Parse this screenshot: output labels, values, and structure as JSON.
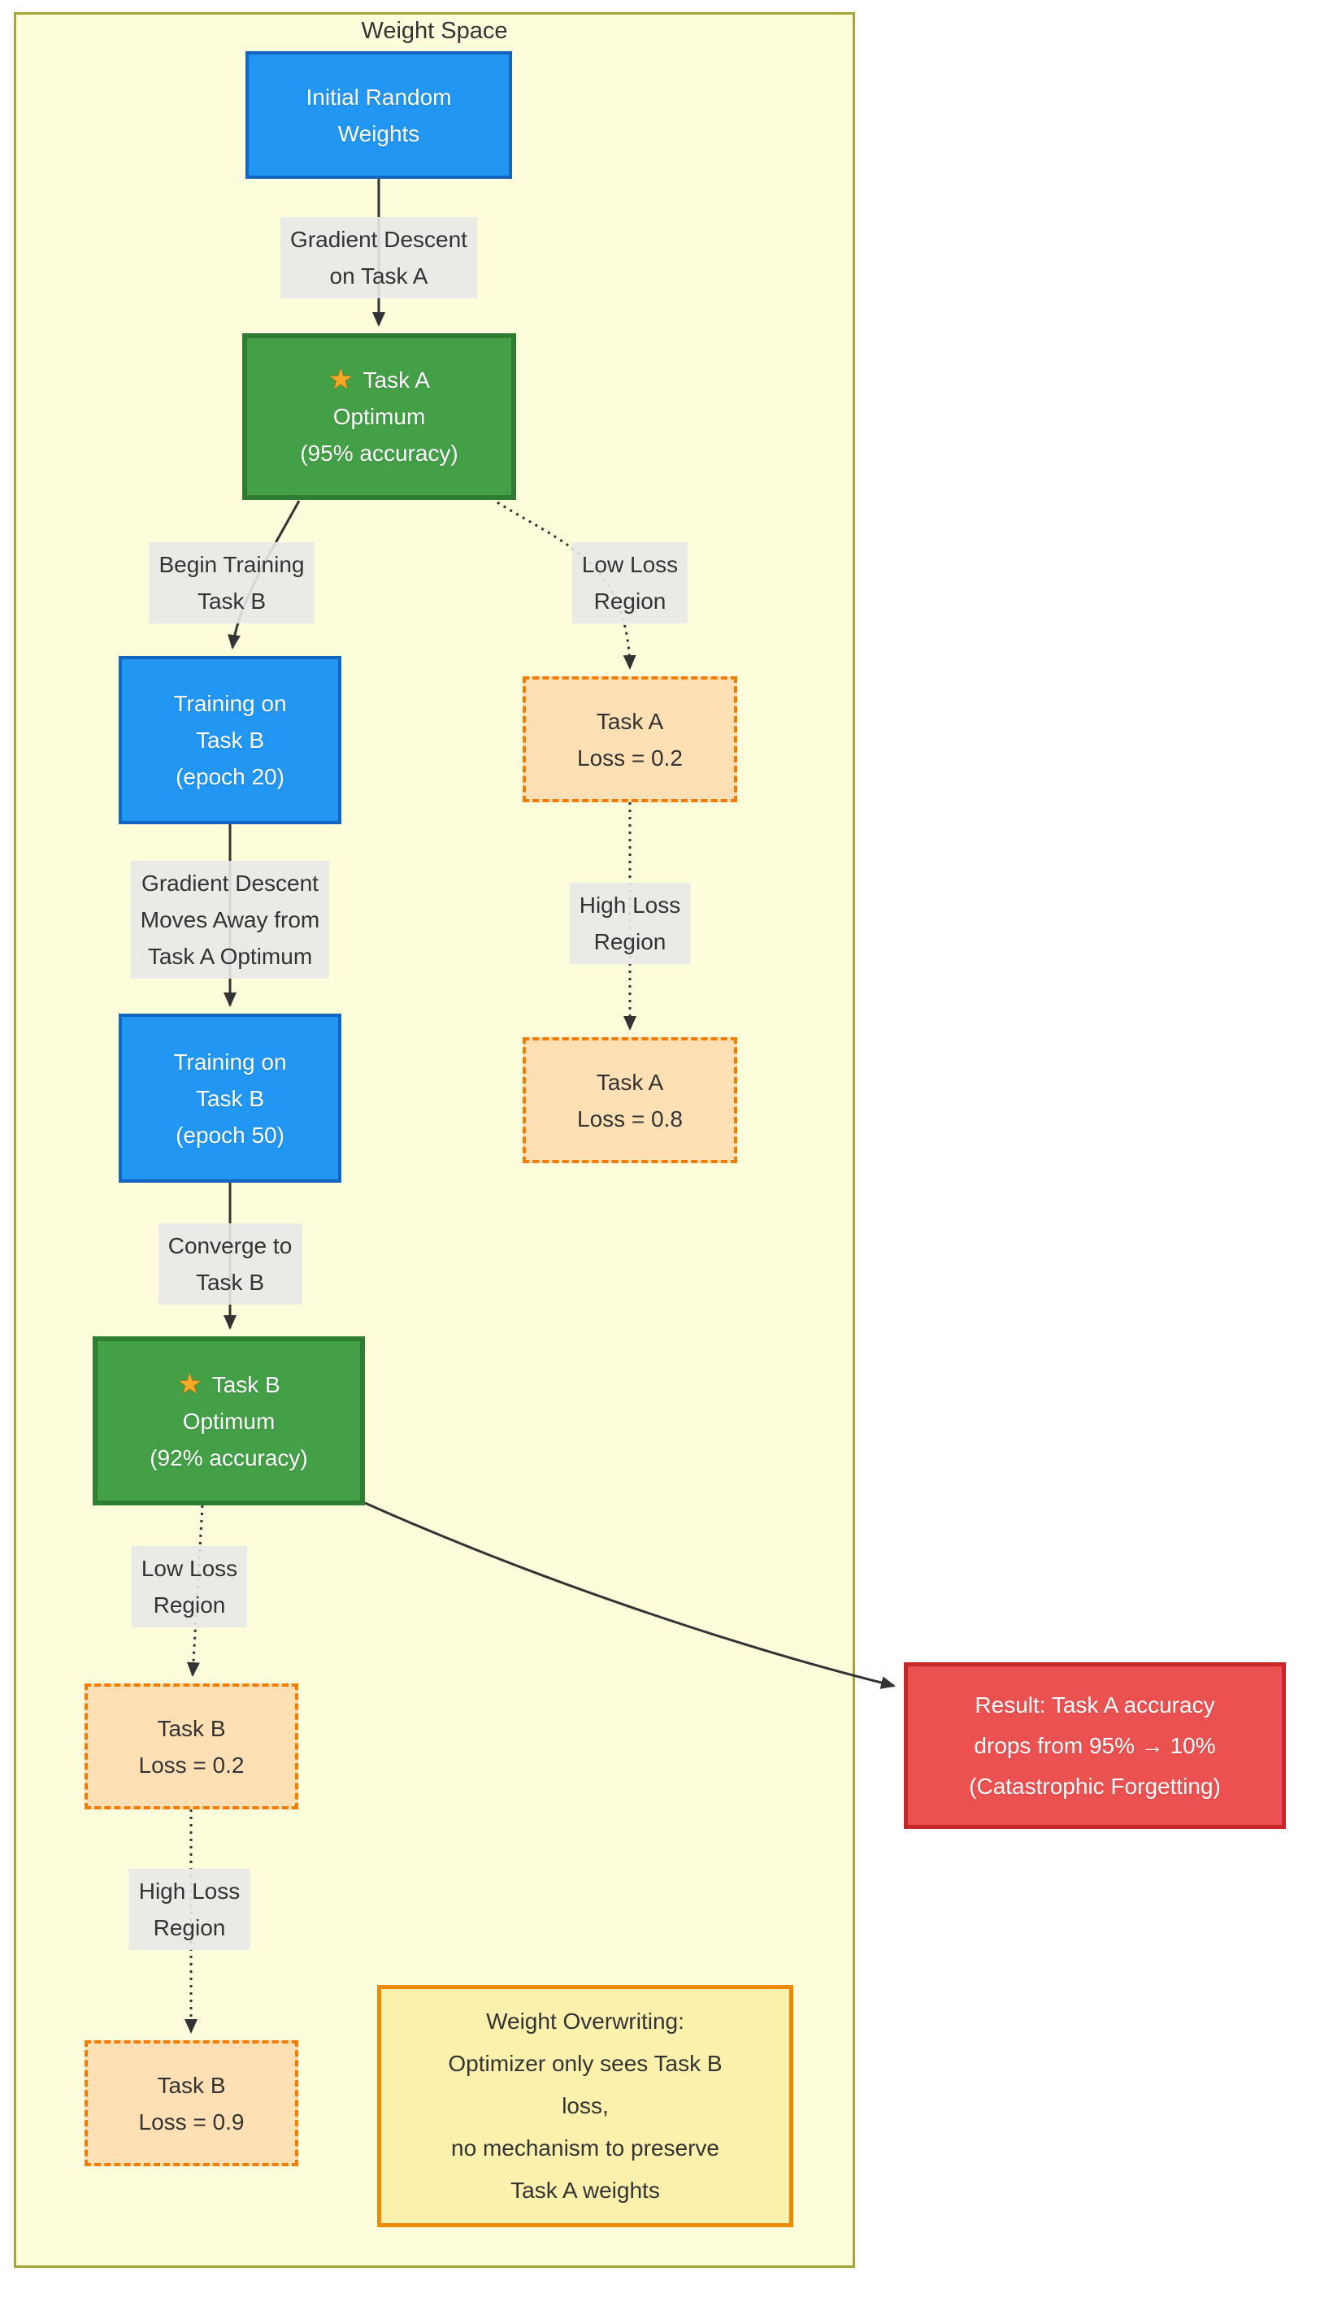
{
  "diagram": {
    "title": "Weight Space",
    "colors": {
      "container_fill": "#FDFCDB",
      "container_border": "#A6A634",
      "process_fill": "#2196F3",
      "process_border": "#1565C0",
      "optimum_fill": "#43A047",
      "optimum_border": "#2E7D32",
      "loss_fill": "#FFE0B5",
      "loss_border": "#F57C00",
      "result_fill": "#EC5151",
      "result_border": "#C62828",
      "note_fill": "#FBF0AC",
      "note_border": "#EE8A00",
      "edge_color": "#333333",
      "edge_label_bg": "#E8E8E8"
    },
    "nodes": {
      "initial": {
        "line1": "Initial Random",
        "line2": "Weights"
      },
      "task_a_opt": {
        "icon": "★",
        "line1": "Task A",
        "line2": "Optimum",
        "line3": "(95% accuracy)"
      },
      "epoch20": {
        "line1": "Training on",
        "line2": "Task B",
        "line3": "(epoch 20)"
      },
      "task_a_loss_low": {
        "line1": "Task A",
        "line2": "Loss = 0.2"
      },
      "epoch50": {
        "line1": "Training on",
        "line2": "Task B",
        "line3": "(epoch 50)"
      },
      "task_a_loss_high": {
        "line1": "Task A",
        "line2": "Loss = 0.8"
      },
      "task_b_opt": {
        "icon": "★",
        "line1": "Task B",
        "line2": "Optimum",
        "line3": "(92% accuracy)"
      },
      "task_b_loss_low": {
        "line1": "Task B",
        "line2": "Loss = 0.2"
      },
      "task_b_loss_high": {
        "line1": "Task B",
        "line2": "Loss = 0.9"
      },
      "result": {
        "line1": "Result: Task A accuracy",
        "line2": "drops from 95% → 10%",
        "line3": "(Catastrophic Forgetting)"
      },
      "note": {
        "line1": "Weight Overwriting:",
        "line2": "Optimizer only sees Task B",
        "line3": "loss,",
        "line4": "no mechanism to preserve",
        "line5": "Task A weights"
      }
    },
    "edge_labels": {
      "gd_task_a": {
        "line1": "Gradient Descent",
        "line2": "on Task A"
      },
      "begin_b": {
        "line1": "Begin Training",
        "line2": "Task B"
      },
      "low_loss_1": {
        "line1": "Low Loss",
        "line2": "Region"
      },
      "gd_away": {
        "line1": "Gradient Descent",
        "line2": "Moves Away from",
        "line3": "Task A Optimum"
      },
      "high_loss_1": {
        "line1": "High Loss",
        "line2": "Region"
      },
      "converge": {
        "line1": "Converge to",
        "line2": "Task B"
      },
      "low_loss_2": {
        "line1": "Low Loss",
        "line2": "Region"
      },
      "high_loss_2": {
        "line1": "High Loss",
        "line2": "Region"
      }
    }
  }
}
